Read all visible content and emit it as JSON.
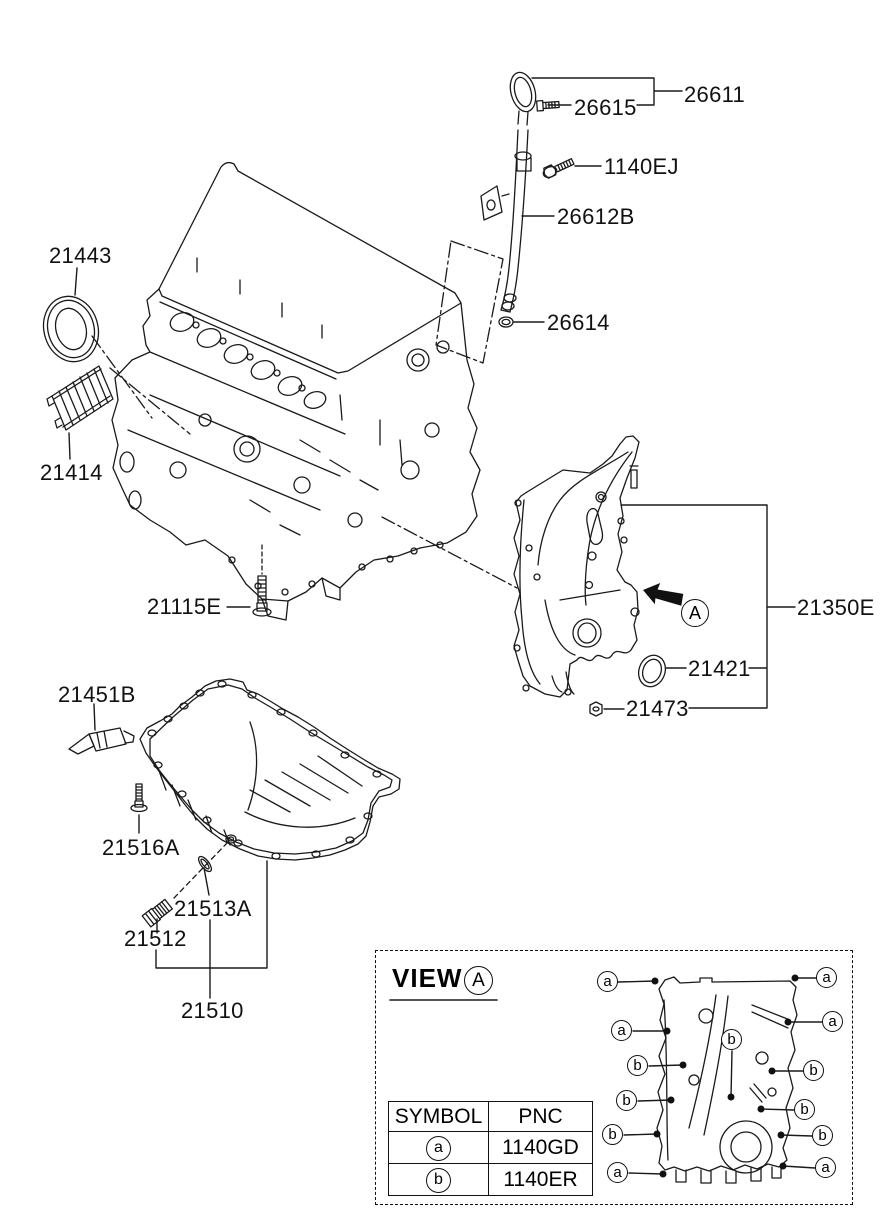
{
  "colors": {
    "line": "#1a1a1a",
    "background": "#ffffff"
  },
  "labels": {
    "l26611": "26611",
    "l26615": "26615",
    "l1140EJ": "1140EJ",
    "l26612B": "26612B",
    "l26614": "26614",
    "l21443": "21443",
    "l21414": "21414",
    "l21115E": "21115E",
    "l21350E": "21350E",
    "l21421": "21421",
    "l21473": "21473",
    "l21451B": "21451B",
    "l21516A": "21516A",
    "l21513A": "21513A",
    "l21512": "21512",
    "l21510": "21510"
  },
  "detail_view": {
    "title": "VIEW",
    "ref_letter": "A",
    "arrow_letter": "A",
    "table": {
      "headers": [
        "SYMBOL",
        "PNC"
      ],
      "rows": [
        {
          "symbol": "a",
          "pnc": "1140GD"
        },
        {
          "symbol": "b",
          "pnc": "1140ER"
        }
      ]
    },
    "callouts": [
      {
        "letter": "a"
      },
      {
        "letter": "a"
      },
      {
        "letter": "a"
      },
      {
        "letter": "a"
      },
      {
        "letter": "b"
      },
      {
        "letter": "b"
      },
      {
        "letter": "b"
      },
      {
        "letter": "b"
      },
      {
        "letter": "b"
      },
      {
        "letter": "b"
      },
      {
        "letter": "b"
      },
      {
        "letter": "a"
      },
      {
        "letter": "a"
      }
    ]
  }
}
